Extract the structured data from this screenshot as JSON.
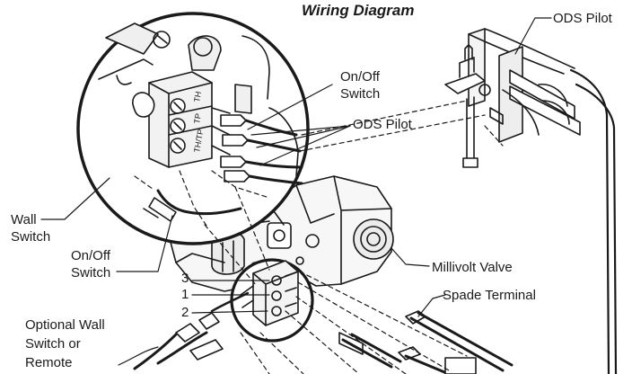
{
  "title": "Wiring Diagram",
  "labels": {
    "ods_pilot_top": "ODS Pilot",
    "on_off_switch_upper_line1": "On/Off",
    "on_off_switch_upper_line2": "Switch",
    "ods_pilot_mid": "ODS Pilot",
    "wall_switch_line1": "Wall",
    "wall_switch_line2": "Switch",
    "on_off_switch_lower_line1": "On/Off",
    "on_off_switch_lower_line2": "Switch",
    "millivolt_valve": "Millivolt  Valve",
    "spade_terminal": "Spade Terminal",
    "optional_line1": "Optional Wall",
    "optional_line2": "Switch or",
    "optional_line3": "Remote"
  },
  "terminal_numbers": [
    "3",
    "1",
    "2"
  ],
  "terminal_block_labels": [
    "TH",
    "TP",
    "TH/TP"
  ],
  "colors": {
    "ink": "#1a1a1a",
    "background": "#ffffff",
    "shade": "#e6e6e6"
  }
}
